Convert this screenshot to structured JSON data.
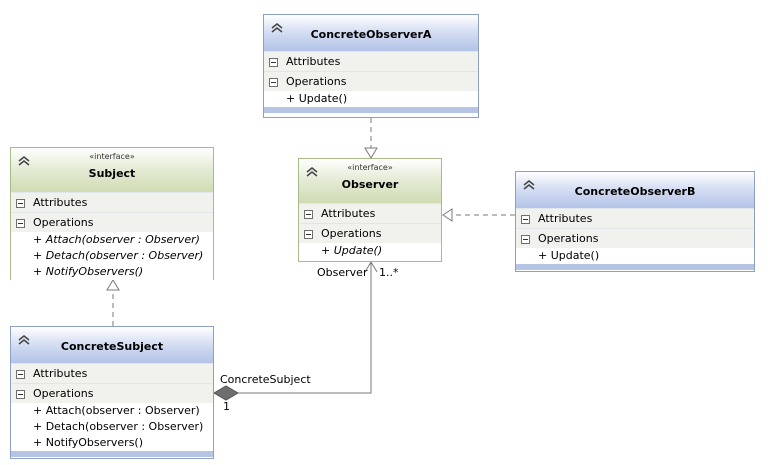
{
  "diagram": {
    "classes": {
      "observer_a": {
        "name": "ConcreteObserverA",
        "attributes_label": "Attributes",
        "operations_label": "Operations",
        "ops": [
          "+ Update()"
        ]
      },
      "observer": {
        "stereotype": "«interface»",
        "name": "Observer",
        "attributes_label": "Attributes",
        "operations_label": "Operations",
        "ops": [
          "+ Update()"
        ]
      },
      "observer_b": {
        "name": "ConcreteObserverB",
        "attributes_label": "Attributes",
        "operations_label": "Operations",
        "ops": [
          "+ Update()"
        ]
      },
      "subject": {
        "stereotype": "«interface»",
        "name": "Subject",
        "attributes_label": "Attributes",
        "operations_label": "Operations",
        "ops": [
          "+ Attach(observer : Observer)",
          "+ Detach(observer : Observer)",
          "+ NotifyObservers()"
        ]
      },
      "concrete_subject": {
        "name": "ConcreteSubject",
        "attributes_label": "Attributes",
        "operations_label": "Operations",
        "ops": [
          "+ Attach(observer : Observer)",
          "+ Detach(observer : Observer)",
          "+ NotifyObservers()"
        ]
      }
    },
    "association": {
      "observer_role": "Observer",
      "observer_mult": "1..*",
      "subject_role": "ConcreteSubject",
      "subject_mult": "1"
    }
  }
}
